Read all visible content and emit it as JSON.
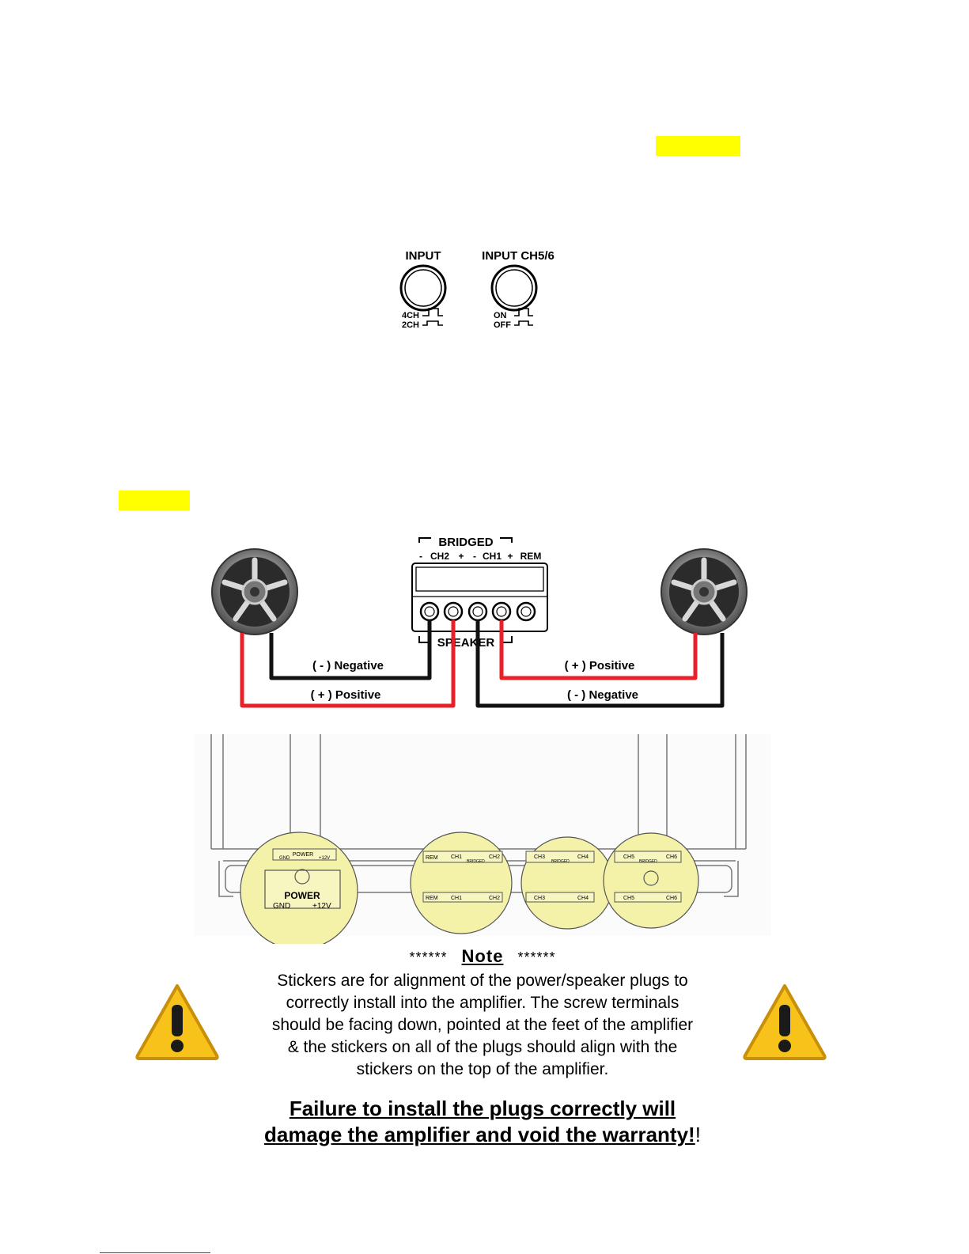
{
  "input_panel": {
    "input_label": "INPUT",
    "input_opt_a": "4CH",
    "input_opt_b": "2CH",
    "ch56_label": "INPUT CH5/6",
    "ch56_opt_a": "ON",
    "ch56_opt_b": "OFF"
  },
  "terminal": {
    "bridged": "BRIDGED",
    "t1": "-",
    "t2": "CH2",
    "t3": "+",
    "t4": "-",
    "t5": "CH1",
    "t6": "+",
    "t7": "REM",
    "speaker": "SPEAKER"
  },
  "wires": {
    "neg_left": "( - ) Negative",
    "pos_left": "( + ) Positive",
    "pos_right": "( + ) Positive",
    "neg_right": "( - ) Negative"
  },
  "amp": {
    "power_small": "POWER",
    "power_gnd_small": "GND",
    "power_12v_small": "+12V",
    "power": "POWER",
    "gnd": "GND",
    "v12": "+12V",
    "rem": "REM",
    "ch1": "CH1",
    "ch2": "CH2",
    "ch3": "CH3",
    "ch4": "CH4",
    "ch5": "CH5",
    "ch6": "CH6",
    "bridged_small": "BRIDGED"
  },
  "note": {
    "stars": "******",
    "title": "Note",
    "body_1": "Stickers are for alignment of the power/speaker plugs to",
    "body_2": "correctly install into the amplifier.  The screw terminals",
    "body_3": "should be facing down, pointed at the feet of the amplifier",
    "body_4": "& the stickers on all of the plugs should align with the",
    "body_5": "stickers on the top of the amplifier."
  },
  "warning": {
    "line_1": "Failure to install the plugs correctly will",
    "line_2": "damage the amplifier and void the warranty!",
    "tail": "!"
  },
  "colors": {
    "highlight": "#ffff00",
    "wire_red": "#e8202a",
    "wire_black": "#111111",
    "sticker": "#f4f2a8",
    "warn_yellow": "#f7c21a"
  }
}
